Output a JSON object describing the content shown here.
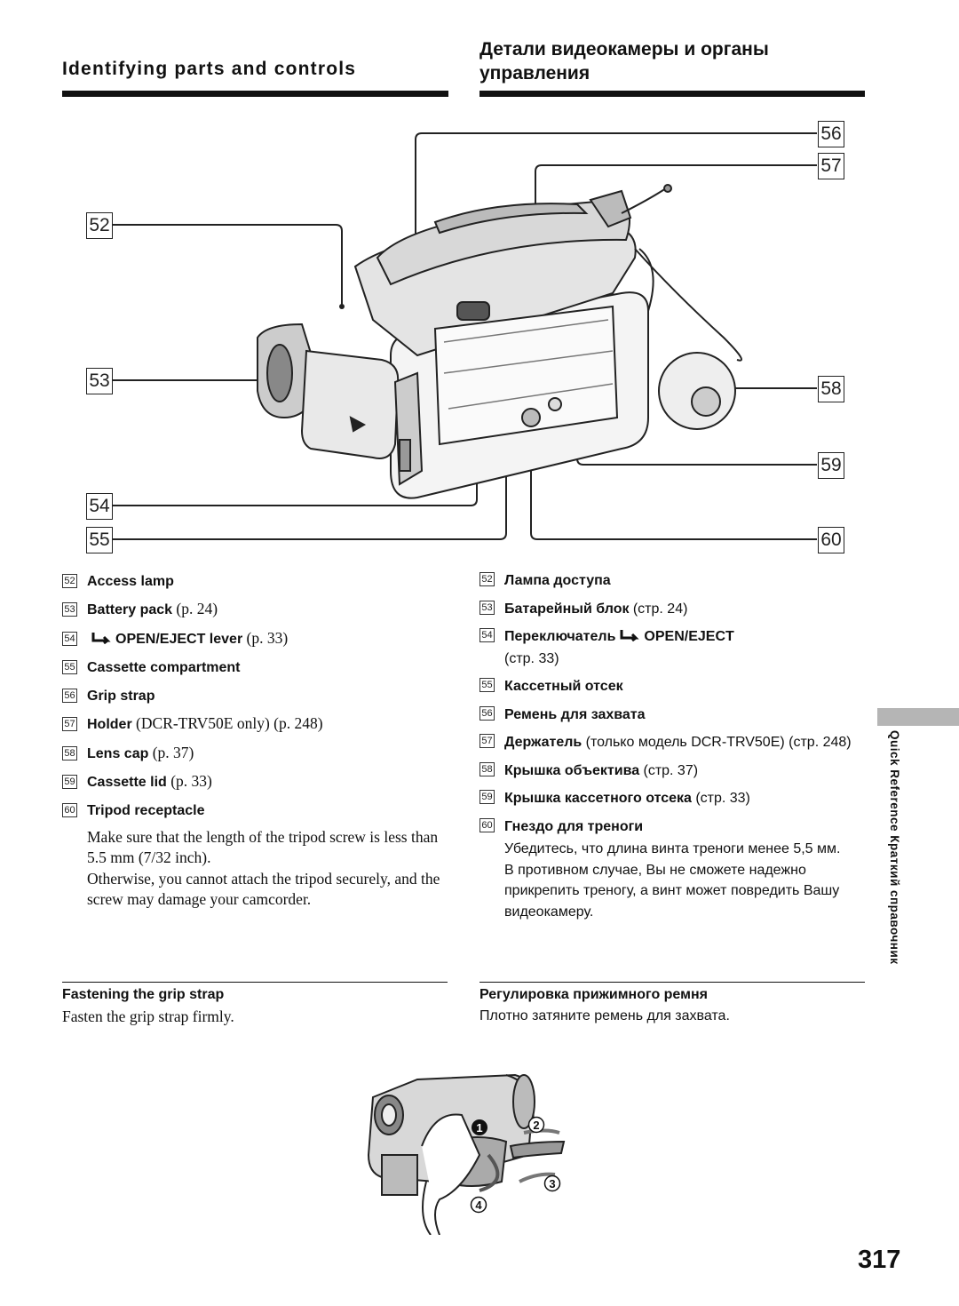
{
  "header": {
    "title_en": "Identifying parts and controls",
    "title_ru": "Детали видеокамеры и органы управления"
  },
  "callouts": [
    "52",
    "53",
    "54",
    "55",
    "56",
    "57",
    "58",
    "59",
    "60"
  ],
  "items_en": [
    {
      "num": "52",
      "label": "Access lamp",
      "ref": ""
    },
    {
      "num": "53",
      "label": "Battery pack",
      "ref": "(p. 24)"
    },
    {
      "num": "54",
      "label": "OPEN/EJECT lever",
      "ref": "(p. 33)"
    },
    {
      "num": "55",
      "label": "Cassette compartment",
      "ref": ""
    },
    {
      "num": "56",
      "label": "Grip strap",
      "ref": ""
    },
    {
      "num": "57",
      "label": "Holder",
      "ref": "(DCR-TRV50E only) (p. 248)"
    },
    {
      "num": "58",
      "label": "Lens cap",
      "ref": "(p. 37)"
    },
    {
      "num": "59",
      "label": "Cassette lid",
      "ref": "(p. 33)"
    },
    {
      "num": "60",
      "label": "Tripod receptacle",
      "ref": "",
      "note1": "Make sure that the length of the tripod screw is less than 5.5 mm (7/32 inch).",
      "note2": "Otherwise, you cannot attach the tripod securely, and the screw may damage your camcorder."
    }
  ],
  "items_ru": [
    {
      "num": "52",
      "label": "Лампа доступа",
      "ref": ""
    },
    {
      "num": "53",
      "label": "Батарейный блок",
      "ref": "(стр. 24)"
    },
    {
      "num": "54",
      "label": "Переключатель",
      "label2": "OPEN/EJECT",
      "ref": "(стр. 33)"
    },
    {
      "num": "55",
      "label": "Кассетный отсек",
      "ref": ""
    },
    {
      "num": "56",
      "label": "Ремень для захвата",
      "ref": ""
    },
    {
      "num": "57",
      "label": "Держатель",
      "ref": "(только модель DCR-TRV50E) (стр. 248)"
    },
    {
      "num": "58",
      "label": "Крышка объектива",
      "ref": "(стр. 37)"
    },
    {
      "num": "59",
      "label": "Крышка кассетного отсека",
      "ref": "(стр. 33)"
    },
    {
      "num": "60",
      "label": "Гнездо для треноги",
      "ref": "",
      "note1": "Убедитесь, что длина винта треноги менее 5,5 мм.",
      "note2": "В противном случае, Вы не сможете надежно прикрепить треногу, а винт может повредить Вашу видеокамеру."
    }
  ],
  "fastening": {
    "title_en": "Fastening the grip strap",
    "body_en": "Fasten the grip strap firmly.",
    "title_ru": "Регулировка прижимного ремня",
    "body_ru": "Плотно затяните ремень для захвата."
  },
  "steps": [
    "1",
    "2",
    "3",
    "4"
  ],
  "side_tab": "Quick Reference  Краткий справочник",
  "page_number": "317"
}
